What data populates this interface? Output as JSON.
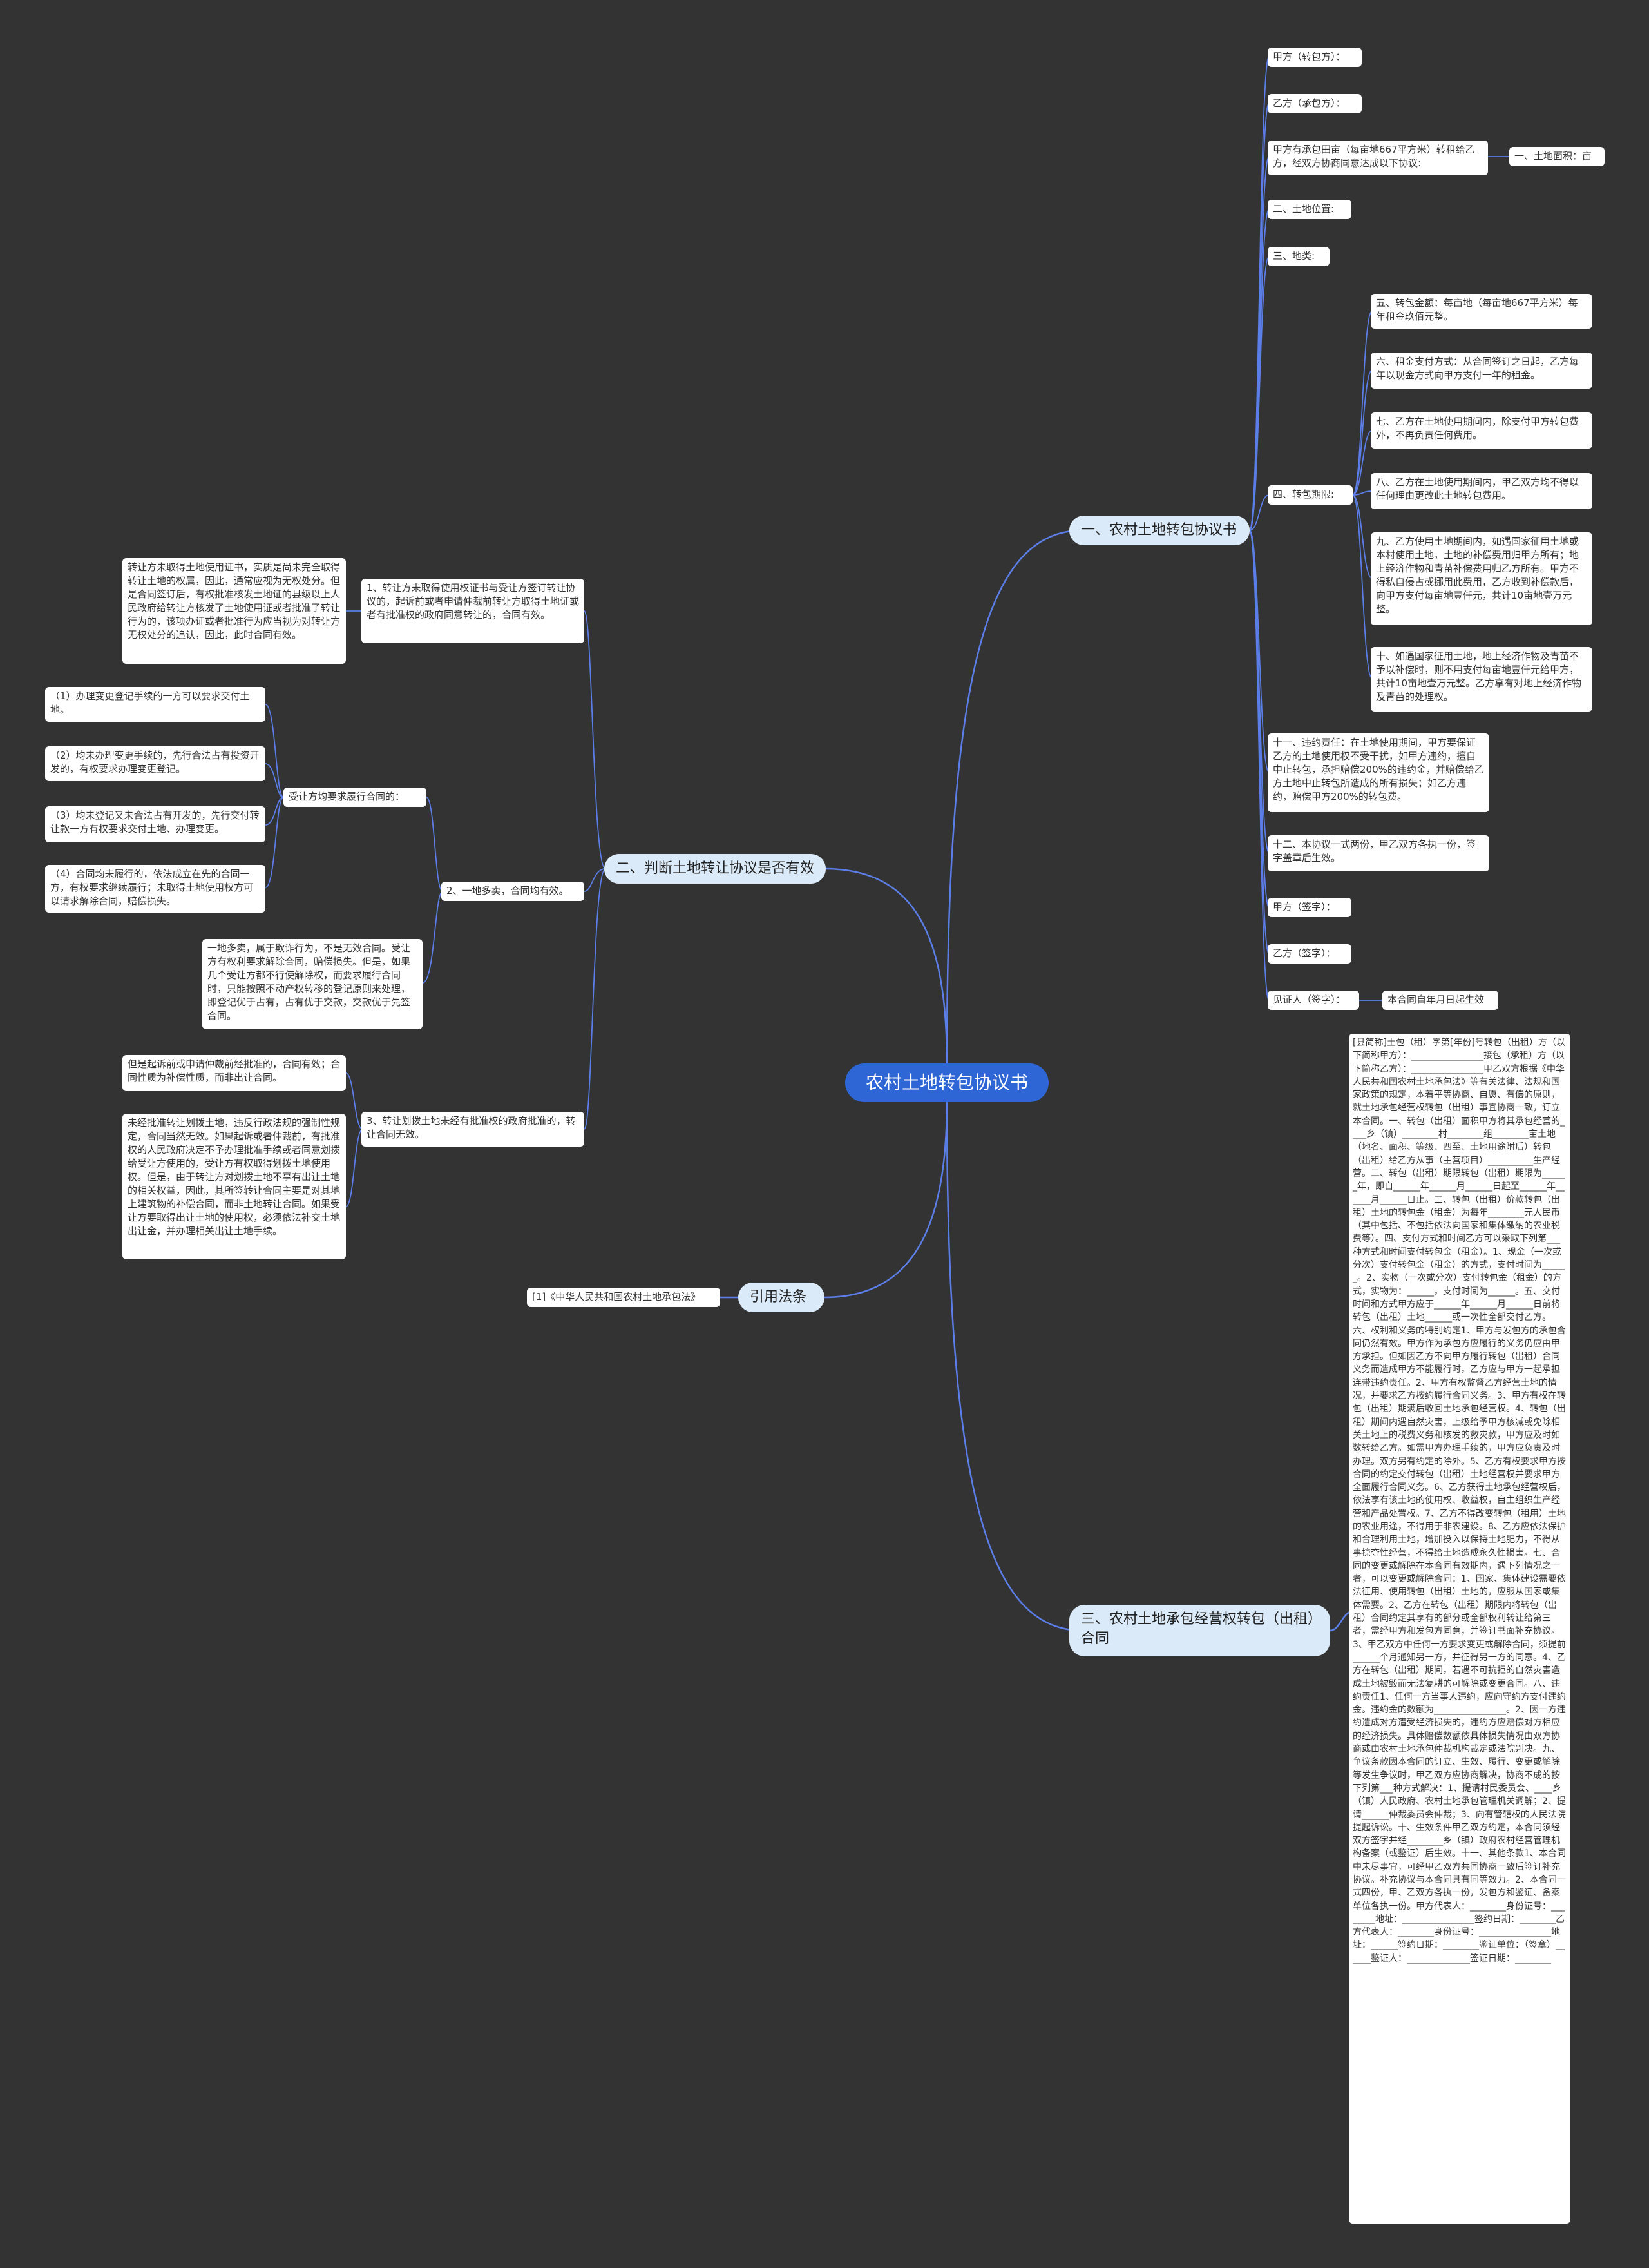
{
  "root": "农村土地转包协议书",
  "branches": {
    "b1": {
      "label": "一、农村土地转包协议书",
      "n1": "甲方（转包方）：",
      "n2": "乙方（承包方）：",
      "n3": "甲方有承包田亩（每亩地667平方米）转租给乙方，经双方协商同意达成以下协议:",
      "n3a": "一、土地面积：亩",
      "n4": "二、土地位置:",
      "n5": "三、地类:",
      "n6": "四、转包期限:",
      "n6a": "五、转包金额：每亩地（每亩地667平方米）每年租金玖佰元整。",
      "n6b": "六、租金支付方式：从合同签订之日起，乙方每年以现金方式向甲方支付一年的租金。",
      "n6c": "七、乙方在土地使用期间内，除支付甲方转包费外，不再负责任何费用。",
      "n6d": "八、乙方在土地使用期间内，甲乙双方均不得以任何理由更改此土地转包费用。",
      "n6e": "九、乙方使用土地期间内，如遇国家征用土地或本村使用土地，土地的补偿费用归甲方所有；地上经济作物和青苗补偿费用归乙方所有。甲方不得私自侵占或挪用此费用，乙方收到补偿款后，向甲方支付每亩地壹仟元，共计10亩地壹万元整。",
      "n6f": "十、如遇国家征用土地，地上经济作物及青苗不予以补偿时，则不用支付每亩地壹仟元给甲方，共计10亩地壹万元整。乙方享有对地上经济作物及青苗的处理权。",
      "n7": "十一、违约责任：在土地使用期间，甲方要保证乙方的土地使用权不受干扰，如甲方违约，擅自中止转包，承担赔偿200%的违约金，并赔偿给乙方土地中止转包所造成的所有损失；如乙方违约，赔偿甲方200%的转包费。",
      "n8": "十二、本协议一式两份，甲乙双方各执一份，签字盖章后生效。",
      "n9": "甲方（签字）：",
      "n10": "乙方（签字）：",
      "n11": "见证人（签字）：",
      "n11a": "本合同自年月日起生效"
    },
    "b2": {
      "label": "二、判断土地转让协议是否有效",
      "c1": "1、转让方未取得使用权证书与受让方签订转让协议的，起诉前或者申请仲裁前转让方取得土地证或者有批准权的政府同意转让的，合同有效。",
      "c1a": "转让方未取得土地使用证书，实质是尚未完全取得转让土地的权属，因此，通常应视为无权处分。但是合同签订后，有权批准核发土地证的县级以上人民政府给转让方核发了土地使用证或者批准了转让行为的，该项办证或者批准行为应当视为对转让方无权处分的追认，因此，此时合同有效。",
      "c2": "2、一地多卖，合同均有效。",
      "c2a": "受让方均要求履行合同的：",
      "c2a1": "（1）办理变更登记手续的一方可以要求交付土地。",
      "c2a2": "（2）均未办理变更手续的，先行合法占有投资开发的，有权要求办理变更登记。",
      "c2a3": "（3）均未登记又未合法占有开发的，先行交付转让款一方有权要求交付土地、办理变更。",
      "c2a4": "（4）合同均未履行的，依法成立在先的合同一方，有权要求继续履行；未取得土地使用权方可以请求解除合同，赔偿损失。",
      "c2b": "一地多卖，属于欺诈行为，不是无效合同。受让方有权利要求解除合同，赔偿损失。但是，如果几个受让方都不行使解除权，而要求履行合同时，只能按照不动产权转移的登记原则来处理，即登记优于占有，占有优于交款，交款优于先签合同。",
      "c3": "3、转让划拨土地未经有批准权的政府批准的，转让合同无效。",
      "c3a": "但是起诉前或申请仲裁前经批准的，合同有效；合同性质为补偿性质，而非出让合同。",
      "c3b": "未经批准转让划拨土地，违反行政法规的强制性规定，合同当然无效。如果起诉或者仲裁前，有批准权的人民政府决定不予办理批准手续或者同意划拨给受让方使用的，受让方有权取得划拨土地使用权。但是，由于转让方对划拨土地不享有出让土地的相关权益，因此，其所签转让合同主要是对其地上建筑物的补偿合同，而非土地转让合同。如果受让方要取得出让土地的使用权，必须依法补交土地出让金，并办理相关出让土地手续。"
    },
    "b3": {
      "label": "引用法条",
      "c1": "[1]《中华人民共和国农村土地承包法》"
    },
    "b4": {
      "label": "三、农村土地承包经营权转包（出租）合同",
      "c1": "[县简称]土包（租）字第[年份]号转包（出租）方（以下简称甲方）：________________接包（承租）方（以下简称乙方）：________________甲乙双方根据《中华人民共和国农村土地承包法》等有关法律、法规和国家政策的规定，本着平等协商、自愿、有偿的原则，就土地承包经营权转包（出租）事宜协商一致，订立本合同。一、转包（出租）面积甲方将其承包经营的____乡（镇）________村________组________亩土地（地名、面积、等级、四至、土地用途附后）转包（出租）给乙方从事（主营项目）__________生产经营。二、转包（出租）期限转包（出租）期限为______年，即自______年______月______日起至______年______月______日止。三、转包（出租）价款转包（出租）土地的转包金（租金）为每年________元人民币（其中包括、不包括依法向国家和集体缴纳的农业税费等）。四、支付方式和时间乙方可以采取下列第___种方式和时间支付转包金（租金）。1、现金（一次或分次）支付转包金（租金）的方式，支付时间为______。2、实物（一次或分次）支付转包金（租金）的方式，实物为：______，支付时间为______。五、交付时间和方式甲方应于______年______月______日前将转包（出租）土地______或一次性全部交付乙方。六、权利和义务的特别约定1、甲方与发包方的承包合同仍然有效。甲方作为承包方应履行的义务仍应由甲方承担。但如因乙方不向甲方履行转包（出租）合同义务而造成甲方不能履行时，乙方应与甲方一起承担连带违约责任。2、甲方有权监督乙方经营土地的情况，并要求乙方按约履行合同义务。3、甲方有权在转包（出租）期满后收回土地承包经营权。4、转包（出租）期间内遇自然灾害，上级给予甲方核减或免除相关土地上的税费义务和核发的救灾款，甲方应及时如数转给乙方。如需甲方办理手续的，甲方应负责及时办理。双方另有约定的除外。5、乙方有权要求甲方按合同的约定交付转包（出租）土地经营权并要求甲方全面履行合同义务。6、乙方获得土地承包经营权后，依法享有该土地的使用权、收益权，自主组织生产经营和产品处置权。7、乙方不得改变转包（租用）土地的农业用途，不得用于非农建设。8、乙方应依法保护和合理利用土地，增加投入以保持土地肥力，不得从事掠夺性经营，不得给土地造成永久性损害。七、合同的变更或解除在本合同有效期内，遇下列情况之一者，可以变更或解除合同：1、国家、集体建设需要依法征用、使用转包（出租）土地的，应服从国家或集体需要。2、乙方在转包（出租）期限内将转包（出租）合同约定其享有的部分或全部权利转让给第三者，需经甲方和发包方同意，并签订书面补充协议。3、甲乙双方中任何一方要求变更或解除合同，须提前______个月通知另一方，并征得另一方的同意。4、乙方在转包（出租）期间，若遇不可抗拒的自然灾害造成土地被毁而无法复耕的可解除或变更合同。八、违约责任1、任何一方当事人违约，应向守约方支付违约金。违约金的数额为________________。2、因一方违约造成对方遭受经济损失的，违约方应赔偿对方相应的经济损失。具体赔偿数额依具体损失情况由双方协商或由农村土地承包仲裁机构裁定或法院判决。九、争议条款因本合同的订立、生效、履行、变更或解除等发生争议时，甲乙双方应协商解决，协商不成的按下列第___种方式解决：1、提请村民委员会、____乡（镇）人民政府、农村土地承包管理机关调解；2、提请______仲裁委员会仲裁；3、向有管辖权的人民法院提起诉讼。十、生效条件甲乙双方约定，本合同须经双方签字并经________乡（镇）政府农村经营管理机构备案（或鉴证）后生效。十一、其他条款1、本合同中未尽事宜，可经甲乙双方共同协商一致后签订补充协议。补充协议与本合同具有同等效力。2、本合同一式四份，甲、乙双方各执一份，发包方和鉴证、备案单位各执一份。甲方代表人：________身份证号：________地址：________________签约日期：________乙方代表人：________身份证号：________________地址：______签约日期：________鉴证单位：（签章）______鉴证人：______________签证日期：________"
    }
  }
}
